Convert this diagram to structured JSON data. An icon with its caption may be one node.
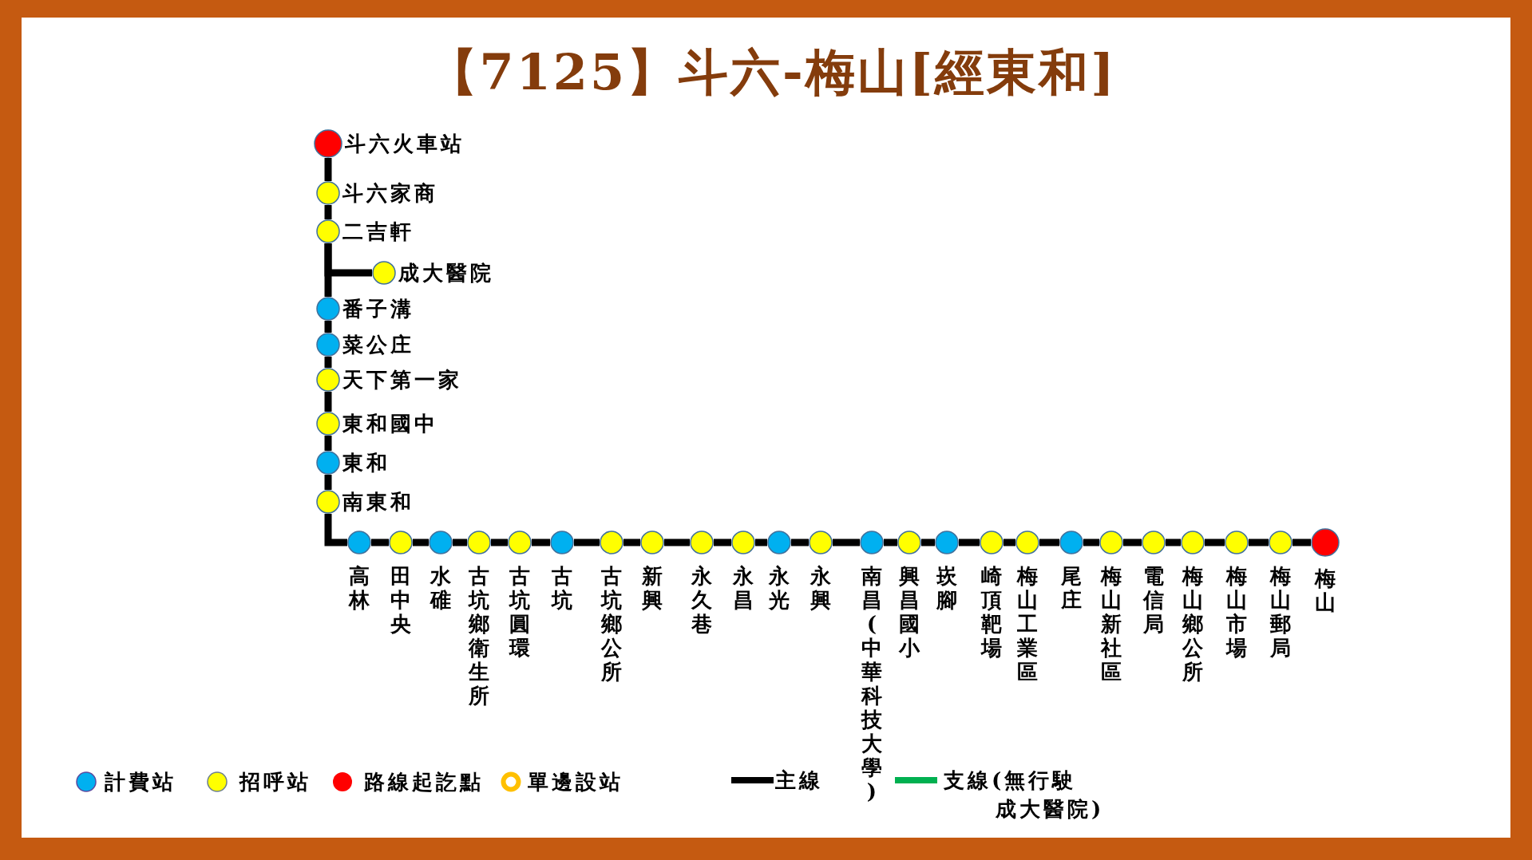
{
  "diagram": {
    "title": "【7125】斗六-梅山[經東和]",
    "nodes": [
      {
        "text": [
          "斗六火車站"
        ]
      },
      {
        "text": [
          "斗六家商"
        ]
      },
      {
        "text": [
          "二吉軒"
        ]
      },
      {
        "text": [
          "成大醫院"
        ]
      },
      {
        "text": [
          "番子溝"
        ]
      },
      {
        "text": [
          "菜公庄"
        ]
      },
      {
        "text": [
          "天下第一家"
        ]
      },
      {
        "text": [
          "東和國中"
        ]
      },
      {
        "text": [
          "東和"
        ]
      },
      {
        "text": [
          "南東和"
        ]
      },
      {
        "text": [
          "高林"
        ]
      },
      {
        "text": [
          "田中央"
        ]
      },
      {
        "text": [
          "水碓"
        ]
      },
      {
        "text": [
          "古坑鄉衛生所"
        ]
      },
      {
        "text": [
          "古坑圓環"
        ]
      },
      {
        "text": [
          "古坑"
        ]
      },
      {
        "text": [
          "古坑鄉公所"
        ]
      },
      {
        "text": [
          "新興"
        ]
      },
      {
        "text": [
          "永久巷"
        ]
      },
      {
        "text": [
          "永昌"
        ]
      },
      {
        "text": [
          "永光"
        ]
      },
      {
        "text": [
          "永興"
        ]
      },
      {
        "text": [
          "南昌(中華科技大學)"
        ]
      },
      {
        "text": [
          "興昌國小"
        ]
      },
      {
        "text": [
          "崁腳"
        ]
      },
      {
        "text": [
          "崎頂靶場"
        ]
      },
      {
        "text": [
          "梅山工業區"
        ]
      },
      {
        "text": [
          "尾庄"
        ]
      },
      {
        "text": [
          "梅山新社區"
        ]
      },
      {
        "text": [
          "電信局"
        ]
      },
      {
        "text": [
          "梅山鄉公所"
        ]
      },
      {
        "text": [
          "梅山市場"
        ]
      },
      {
        "text": [
          "梅山郵局"
        ]
      },
      {
        "text": [
          "梅山"
        ]
      }
    ],
    "edges": [
      {
        "from": 0,
        "to": 1,
        "arrow": "none"
      },
      {
        "from": 1,
        "to": 2,
        "arrow": "none"
      },
      {
        "from": 2,
        "to": 3,
        "arrow": "none"
      },
      {
        "from": 2,
        "to": 4,
        "arrow": "none"
      },
      {
        "from": 4,
        "to": 5,
        "arrow": "none"
      },
      {
        "from": 5,
        "to": 6,
        "arrow": "none"
      },
      {
        "from": 6,
        "to": 7,
        "arrow": "none"
      },
      {
        "from": 7,
        "to": 8,
        "arrow": "none"
      },
      {
        "from": 8,
        "to": 9,
        "arrow": "none"
      },
      {
        "from": 9,
        "to": 10,
        "arrow": "none"
      },
      {
        "from": 10,
        "to": 11,
        "arrow": "none"
      },
      {
        "from": 11,
        "to": 12,
        "arrow": "none"
      },
      {
        "from": 12,
        "to": 13,
        "arrow": "none"
      },
      {
        "from": 13,
        "to": 14,
        "arrow": "none"
      },
      {
        "from": 14,
        "to": 15,
        "arrow": "none"
      },
      {
        "from": 15,
        "to": 16,
        "arrow": "none"
      },
      {
        "from": 16,
        "to": 17,
        "arrow": "none"
      },
      {
        "from": 17,
        "to": 18,
        "arrow": "none"
      },
      {
        "from": 18,
        "to": 19,
        "arrow": "none"
      },
      {
        "from": 19,
        "to": 20,
        "arrow": "none"
      },
      {
        "from": 20,
        "to": 21,
        "arrow": "none"
      },
      {
        "from": 21,
        "to": 22,
        "arrow": "none"
      },
      {
        "from": 22,
        "to": 23,
        "arrow": "none"
      },
      {
        "from": 23,
        "to": 24,
        "arrow": "none"
      },
      {
        "from": 24,
        "to": 25,
        "arrow": "none"
      },
      {
        "from": 25,
        "to": 26,
        "arrow": "none"
      },
      {
        "from": 26,
        "to": 27,
        "arrow": "none"
      },
      {
        "from": 27,
        "to": 28,
        "arrow": "none"
      },
      {
        "from": 28,
        "to": 29,
        "arrow": "none"
      },
      {
        "from": 29,
        "to": 30,
        "arrow": "none"
      },
      {
        "from": 30,
        "to": 31,
        "arrow": "none"
      },
      {
        "from": 31,
        "to": 32,
        "arrow": "none"
      },
      {
        "from": 32,
        "to": 33,
        "arrow": "none"
      }
    ],
    "legend": [
      {
        "text": "計費站",
        "color": "#00b0f0"
      },
      {
        "text": "招呼站",
        "color": "#ffff00"
      },
      {
        "text": "路線起訖點",
        "color": "#ff0000"
      },
      {
        "text": "單邊設站"
      },
      {
        "text": "主線"
      },
      {
        "text": "支線(無行駛成大醫院)"
      }
    ]
  }
}
